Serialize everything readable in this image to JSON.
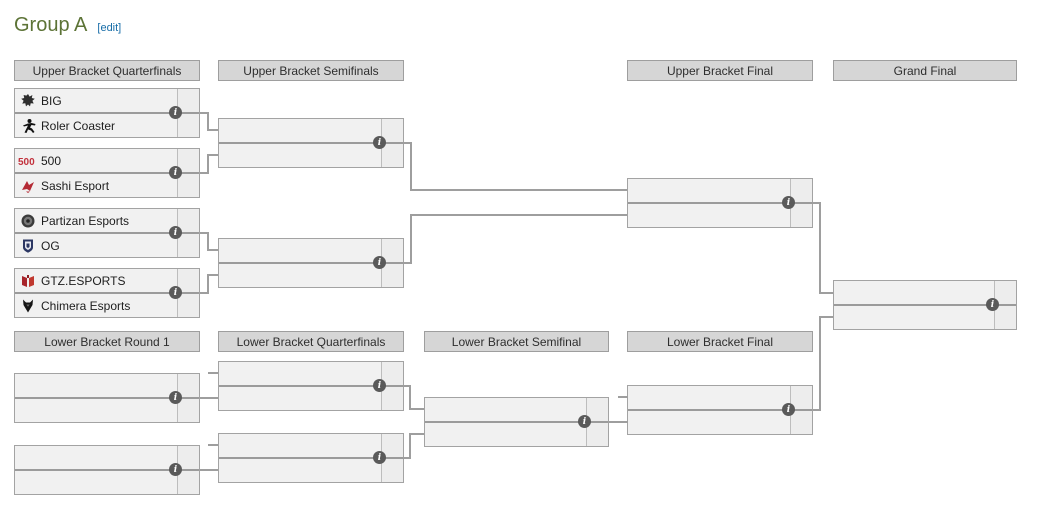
{
  "page": {
    "title": "Group A",
    "edit_label": "[edit]"
  },
  "headers": {
    "ub_qf": "Upper Bracket Quarterfinals",
    "ub_sf": "Upper Bracket Semifinals",
    "ub_f": "Upper Bracket Final",
    "gf": "Grand Final",
    "lb_r1": "Lower Bracket Round 1",
    "lb_qf": "Lower Bracket Quarterfinals",
    "lb_sf": "Lower Bracket Semifinal",
    "lb_f": "Lower Bracket Final"
  },
  "icons": {
    "info": "i"
  },
  "colors": {
    "title": "#5c7336",
    "edit_link": "#176da8",
    "header_bg": "#d6d6d6",
    "box_bg": "#f1f1f1",
    "border": "#a3a3a3",
    "connector": "#9e9e9e",
    "info_badge_bg": "#5a5a5a",
    "logo_red": "#b42b35",
    "logo_navy": "#2c3763",
    "logo_dark": "#222222"
  },
  "matches": {
    "ub_qf1": {
      "teams": [
        {
          "name": "BIG",
          "icon": "big-logo-icon"
        },
        {
          "name": "Roler Coaster",
          "icon": "roler-coaster-logo-icon"
        }
      ]
    },
    "ub_qf2": {
      "teams": [
        {
          "name": "500",
          "icon": "500-logo-icon",
          "logo_text": "500"
        },
        {
          "name": "Sashi Esport",
          "icon": "sashi-logo-icon"
        }
      ]
    },
    "ub_qf3": {
      "teams": [
        {
          "name": "Partizan Esports",
          "icon": "partizan-logo-icon"
        },
        {
          "name": "OG",
          "icon": "og-logo-icon"
        }
      ]
    },
    "ub_qf4": {
      "teams": [
        {
          "name": "GTZ.ESPORTS",
          "icon": "gtz-logo-icon"
        },
        {
          "name": "Chimera Esports",
          "icon": "chimera-logo-icon"
        }
      ]
    }
  }
}
